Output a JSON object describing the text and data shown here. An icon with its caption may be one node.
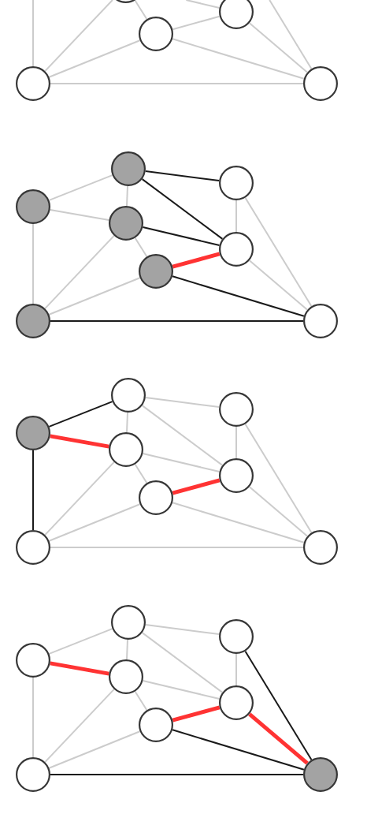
{
  "diagram": {
    "nodes": [
      {
        "text": [],
        "shape": "circle"
      },
      {
        "text": [],
        "shape": "circle"
      },
      {
        "text": [],
        "shape": "circle"
      },
      {
        "text": [],
        "shape": "circle"
      },
      {
        "text": [],
        "shape": "circle"
      },
      {
        "text": [],
        "shape": "circle"
      },
      {
        "text": [],
        "shape": "circle"
      },
      {
        "text": [],
        "shape": "circle"
      },
      {
        "text": [],
        "shape": "circle"
      },
      {
        "text": [],
        "shape": "circle"
      },
      {
        "text": [],
        "shape": "circle"
      },
      {
        "text": [],
        "shape": "circle"
      },
      {
        "text": [],
        "shape": "circle"
      },
      {
        "text": [],
        "shape": "circle"
      },
      {
        "text": [],
        "shape": "circle"
      },
      {
        "text": [],
        "shape": "circle"
      },
      {
        "text": [],
        "shape": "circle"
      },
      {
        "text": [],
        "shape": "circle"
      },
      {
        "text": [],
        "shape": "circle"
      },
      {
        "text": [],
        "shape": "circle"
      },
      {
        "text": [],
        "shape": "circle"
      },
      {
        "text": [],
        "shape": "circle"
      },
      {
        "text": [],
        "shape": "circle"
      },
      {
        "text": [],
        "shape": "circle"
      },
      {
        "text": [],
        "shape": "circle"
      },
      {
        "text": [],
        "shape": "circle"
      },
      {
        "text": [],
        "shape": "circle"
      },
      {
        "text": [],
        "shape": "circle"
      },
      {
        "text": [],
        "shape": "circle"
      }
    ],
    "edges": [
      {
        "from": null,
        "to": 3,
        "arrow": "none"
      },
      {
        "from": 0,
        "to": 3,
        "arrow": "none"
      },
      {
        "from": null,
        "to": 1,
        "arrow": "none"
      },
      {
        "from": null,
        "to": 4,
        "arrow": "none"
      },
      {
        "from": 0,
        "to": 2,
        "arrow": "none"
      },
      {
        "from": 2,
        "to": 1,
        "arrow": "none"
      },
      {
        "from": 2,
        "to": 3,
        "arrow": "none"
      },
      {
        "from": 2,
        "to": 4,
        "arrow": "none"
      },
      {
        "from": 1,
        "to": 4,
        "arrow": "none"
      },
      {
        "from": 3,
        "to": 4,
        "arrow": "none"
      },
      {
        "from": 5,
        "to": 7,
        "arrow": "none"
      },
      {
        "from": 5,
        "to": 8,
        "arrow": "none"
      },
      {
        "from": 5,
        "to": 6,
        "arrow": "none",
        "color": "#1a1a1a"
      },
      {
        "from": 5,
        "to": 9,
        "arrow": "none",
        "color": "#1a1a1a"
      },
      {
        "from": 7,
        "to": 8,
        "arrow": "none"
      },
      {
        "from": 7,
        "to": 11,
        "arrow": "none"
      },
      {
        "from": 8,
        "to": 10,
        "arrow": "none"
      },
      {
        "from": 8,
        "to": 9,
        "arrow": "none",
        "color": "#1a1a1a"
      },
      {
        "from": 8,
        "to": 11,
        "arrow": "none"
      },
      {
        "from": 10,
        "to": 9,
        "arrow": "none",
        "style": "thick",
        "color": "#ff3333"
      },
      {
        "from": 10,
        "to": 11,
        "arrow": "none"
      },
      {
        "from": 10,
        "to": 12,
        "arrow": "none",
        "color": "#1a1a1a"
      },
      {
        "from": 6,
        "to": 9,
        "arrow": "none"
      },
      {
        "from": 6,
        "to": 12,
        "arrow": "none"
      },
      {
        "from": 9,
        "to": 12,
        "arrow": "none"
      },
      {
        "from": 11,
        "to": 12,
        "arrow": "none",
        "color": "#1a1a1a"
      },
      {
        "from": 13,
        "to": 15,
        "arrow": "none",
        "color": "#1a1a1a"
      },
      {
        "from": 13,
        "to": 16,
        "arrow": "none"
      },
      {
        "from": 13,
        "to": 14,
        "arrow": "none"
      },
      {
        "from": 13,
        "to": 17,
        "arrow": "none"
      },
      {
        "from": 15,
        "to": 16,
        "arrow": "none",
        "style": "thick",
        "color": "#ff3333"
      },
      {
        "from": 15,
        "to": 19,
        "arrow": "none",
        "color": "#1a1a1a"
      },
      {
        "from": 16,
        "to": 18,
        "arrow": "none"
      },
      {
        "from": 16,
        "to": 17,
        "arrow": "none"
      },
      {
        "from": 16,
        "to": 19,
        "arrow": "none"
      },
      {
        "from": 18,
        "to": 17,
        "arrow": "none",
        "style": "thick",
        "color": "#ff3333"
      },
      {
        "from": 18,
        "to": 19,
        "arrow": "none"
      },
      {
        "from": 18,
        "to": 20,
        "arrow": "none"
      },
      {
        "from": 14,
        "to": 17,
        "arrow": "none"
      },
      {
        "from": 14,
        "to": 20,
        "arrow": "none"
      },
      {
        "from": 17,
        "to": 20,
        "arrow": "none"
      },
      {
        "from": 19,
        "to": 20,
        "arrow": "none"
      },
      {
        "from": 21,
        "to": 23,
        "arrow": "none"
      },
      {
        "from": 21,
        "to": 24,
        "arrow": "none"
      },
      {
        "from": 21,
        "to": 22,
        "arrow": "none"
      },
      {
        "from": 21,
        "to": 25,
        "arrow": "none"
      },
      {
        "from": 23,
        "to": 24,
        "arrow": "none",
        "style": "thick",
        "color": "#ff3333"
      },
      {
        "from": 23,
        "to": 27,
        "arrow": "none"
      },
      {
        "from": 24,
        "to": 26,
        "arrow": "none"
      },
      {
        "from": 24,
        "to": 25,
        "arrow": "none"
      },
      {
        "from": 24,
        "to": 27,
        "arrow": "none"
      },
      {
        "from": 26,
        "to": 25,
        "arrow": "none",
        "style": "thick",
        "color": "#ff3333"
      },
      {
        "from": 26,
        "to": 27,
        "arrow": "none"
      },
      {
        "from": 26,
        "to": 28,
        "arrow": "none",
        "color": "#1a1a1a"
      },
      {
        "from": 22,
        "to": 25,
        "arrow": "none"
      },
      {
        "from": 22,
        "to": 28,
        "arrow": "none",
        "color": "#1a1a1a"
      },
      {
        "from": 25,
        "to": 28,
        "arrow": "none",
        "style": "thick",
        "color": "#ff3333"
      },
      {
        "from": 27,
        "to": 28,
        "arrow": "none",
        "color": "#1a1a1a"
      }
    ]
  }
}
